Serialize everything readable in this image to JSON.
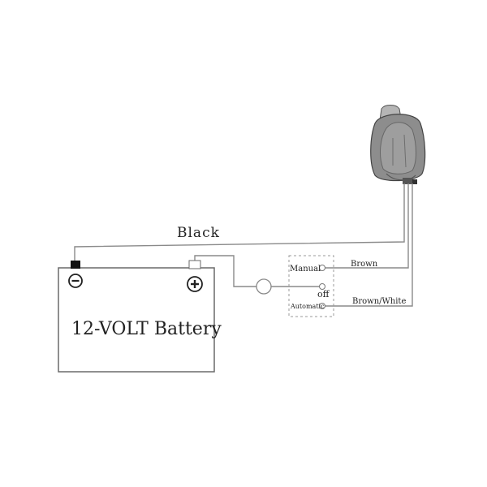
{
  "labels": {
    "black_wire": "Black",
    "battery": "12-VOLT Battery",
    "switch_manual": "Manual",
    "switch_off": "off",
    "switch_automatic": "Automatic",
    "brown_wire": "Brown",
    "brown_white_wire": "Brown/White"
  },
  "icons": {
    "negative_terminal": "minus-circle-icon",
    "positive_terminal": "plus-circle-icon",
    "pump": "bilge-pump-icon"
  },
  "colors": {
    "wire": "#8a8a8a",
    "battery_outline": "#6a6a6a",
    "pump_body": "#8d8d8d",
    "text": "#222222"
  }
}
